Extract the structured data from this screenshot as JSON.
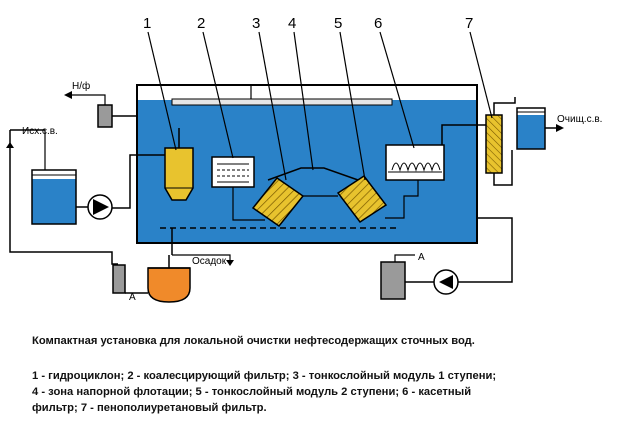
{
  "diagram": {
    "callouts": [
      "1",
      "2",
      "3",
      "4",
      "5",
      "6",
      "7"
    ],
    "labels": {
      "oil": "Н/ф",
      "raw_water": "Исх.с.в.",
      "clean_water": "Очищ.с.в.",
      "sludge": "Осадок",
      "air_a_left": "А",
      "air_a_right": "А"
    },
    "colors": {
      "water": "#2a82c8",
      "tank_outline": "#000000",
      "module_fill": "#e8c32e",
      "sludge_fill": "#f08a2a",
      "grey_box": "#9a9a9a"
    }
  },
  "caption": {
    "title": "Компактная установка для локальной очистки нефтесодержащих сточных вод.",
    "line1": "1 - гидроциклон; 2 - коалесцирующий фильтр; 3 - тонкослойный модуль 1 ступени;",
    "line2": "4 - зона напорной флотации; 5 - тонкослойный модуль 2 ступени; 6 - касетный",
    "line3": "фильтр; 7 - пенополиуретановый фильтр."
  }
}
